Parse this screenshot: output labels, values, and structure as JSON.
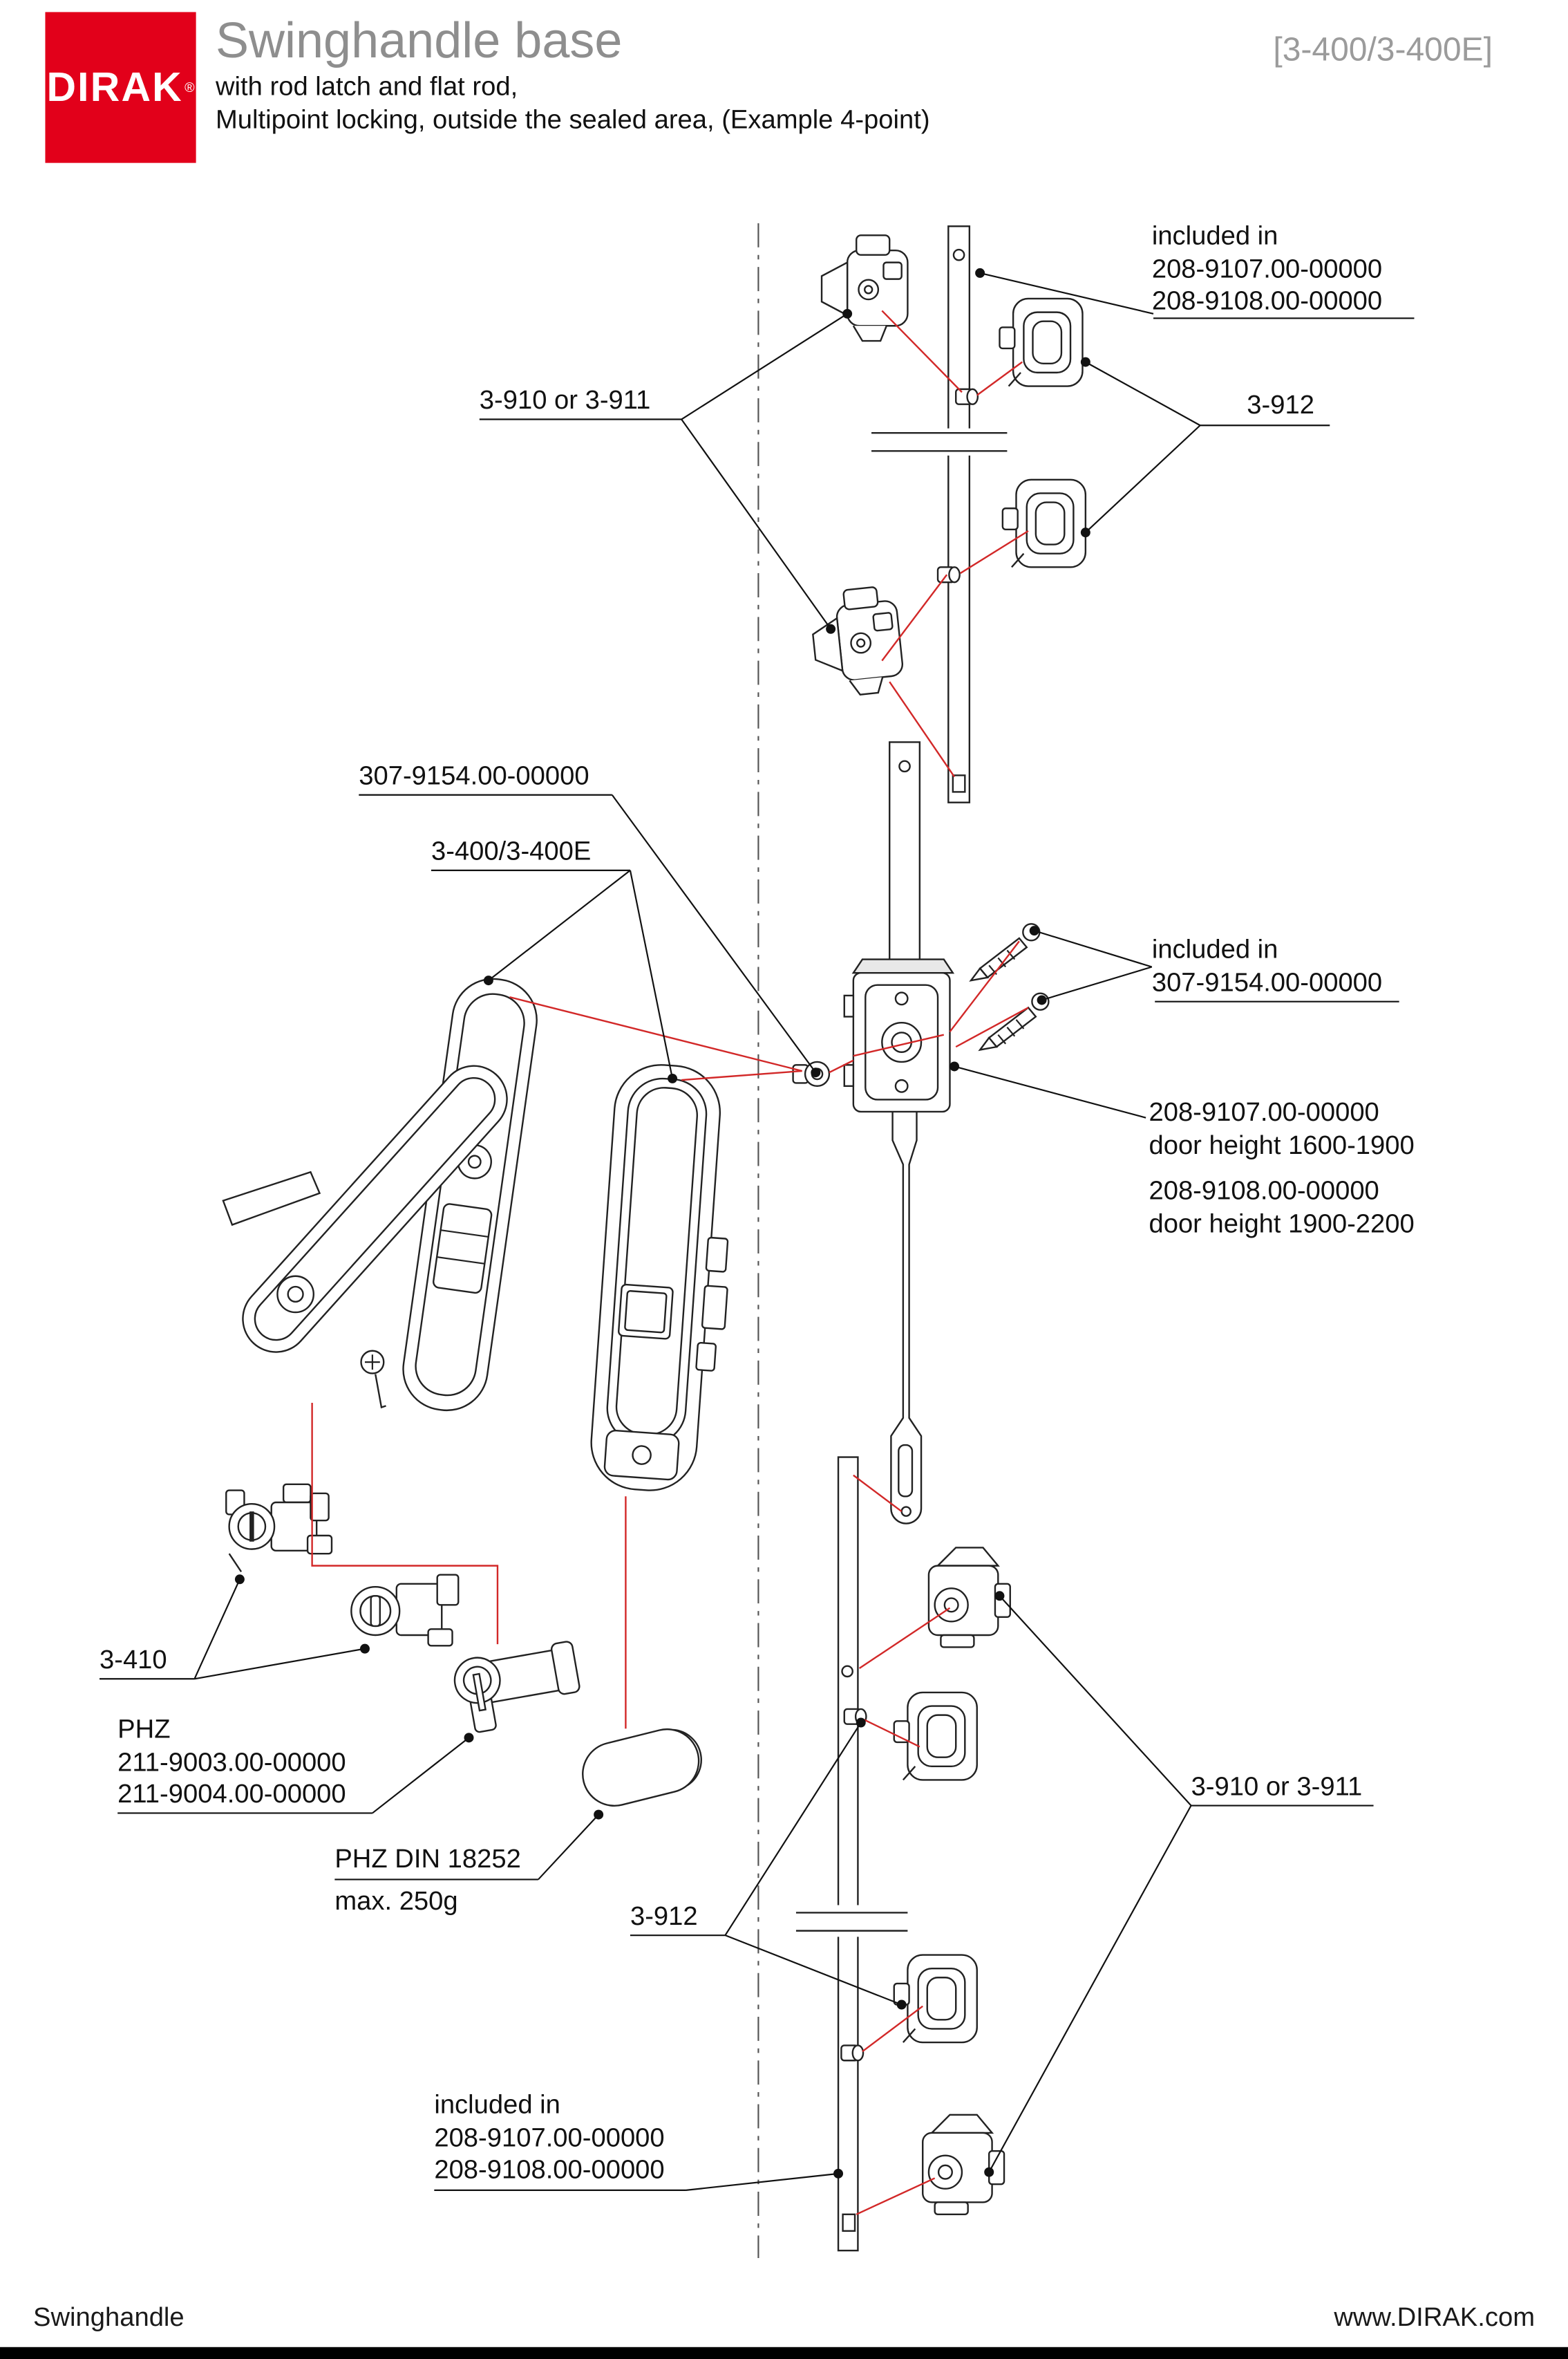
{
  "header": {
    "logo_text": "DIRAK",
    "logo_reg": "®",
    "title": "Swinghandle base",
    "subtitle_line1": "with rod latch and flat rod,",
    "subtitle_line2": "Multipoint locking, outside the sealed area, (Example 4-point)",
    "model_code": "[3-400/3-400E]"
  },
  "labels": {
    "top_included": {
      "l1": "included in",
      "l2": "208-9107.00-00000",
      "l3": "208-9108.00-00000"
    },
    "top_rod_latch": "3-910 or 3-911",
    "top_guide": "3-912",
    "adapter": "307-9154.00-00000",
    "handle_model": "3-400/3-400E",
    "right_included": {
      "l1": "included in",
      "l2": "307-9154.00-00000"
    },
    "rod_1600": {
      "l1": "208-9107.00-00000",
      "l2": "door height 1600-1900"
    },
    "rod_1900": {
      "l1": "208-9108.00-00000",
      "l2": "door height 1900-2200"
    },
    "insert": "3-410",
    "phz": {
      "l1": "PHZ",
      "l2": "211-9003.00-00000",
      "l3": "211-9004.00-00000"
    },
    "phz_din": {
      "l1": "PHZ DIN 18252",
      "l2": "max. 250g"
    },
    "bottom_guide": "3-912",
    "bottom_rod_latch": "3-910 or 3-911",
    "bottom_included": {
      "l1": "included in",
      "l2": "208-9107.00-00000",
      "l3": "208-9108.00-00000"
    }
  },
  "footer": {
    "left": "Swinghandle",
    "right": "www.DIRAK.com"
  },
  "colors": {
    "brand_red": "#e2001a",
    "diagram_red": "#d22828",
    "title_gray": "#8e8e8e"
  }
}
